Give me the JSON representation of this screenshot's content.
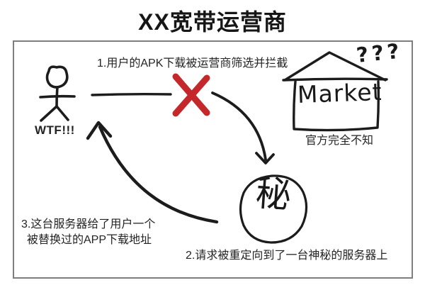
{
  "title": "XX宽带运营商",
  "colors": {
    "ink": "#1c1c1c",
    "cross_red": "#c5282a",
    "border_gray": "#7e7e7e"
  },
  "diagram": {
    "step1": "1.用户的APK下载被运营商筛选并拦截",
    "step2": "2.请求被重定向到了一台神秘的服务器上",
    "step3_line1": "3.这台服务器给了用户一个",
    "step3_line2": "被替换过的APP下载地址",
    "user_exclaim": "WTF!!!",
    "market_label": "Market",
    "market_caption": "官方完全不知",
    "market_confusion": "???",
    "secret_server_label": "秘",
    "icons": {
      "stick_figure": "user-stick-figure",
      "red_cross": "blocked-cross-icon",
      "market_house": "app-market-house",
      "secret_circle": "mystery-server-circle"
    }
  }
}
